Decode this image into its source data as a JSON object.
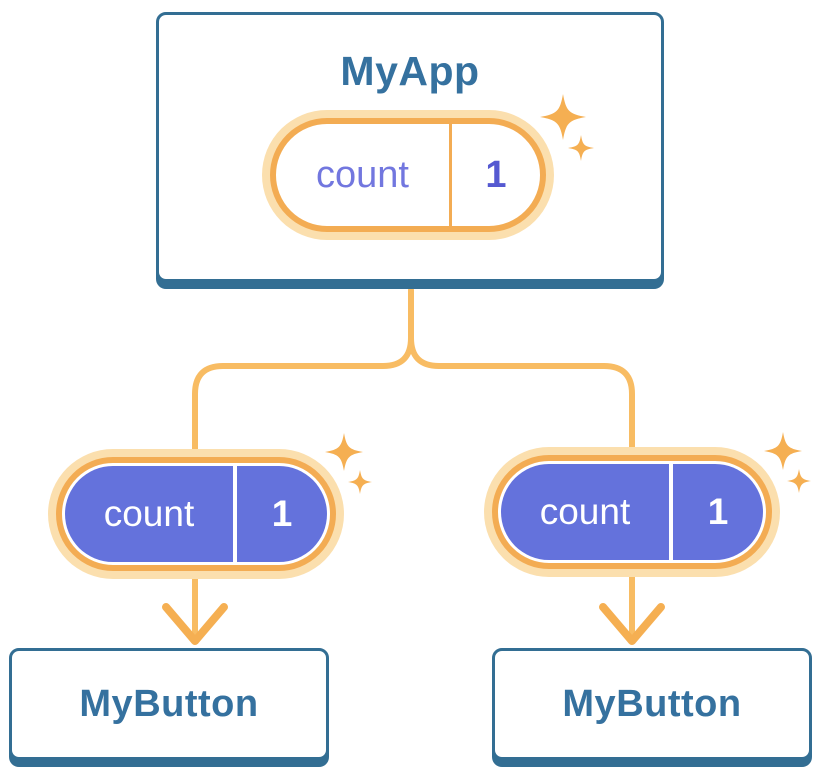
{
  "colors": {
    "blue-border": "#336E93",
    "blue-text": "#35719F",
    "orange-ring": "#F3AC53",
    "orange-halo": "#FBDFAE",
    "orange-line": "#F8BC63",
    "orange-accent": "#F5AF52",
    "purple-fill": "#6472DC",
    "purple-label": "#7277DF",
    "purple-value": "#5559D1"
  },
  "diagram": {
    "root": {
      "title": "MyApp",
      "state": {
        "name": "count",
        "value": "1"
      }
    },
    "children": [
      {
        "title": "MyButton",
        "prop": {
          "name": "count",
          "value": "1"
        }
      },
      {
        "title": "MyButton",
        "prop": {
          "name": "count",
          "value": "1"
        }
      }
    ]
  }
}
